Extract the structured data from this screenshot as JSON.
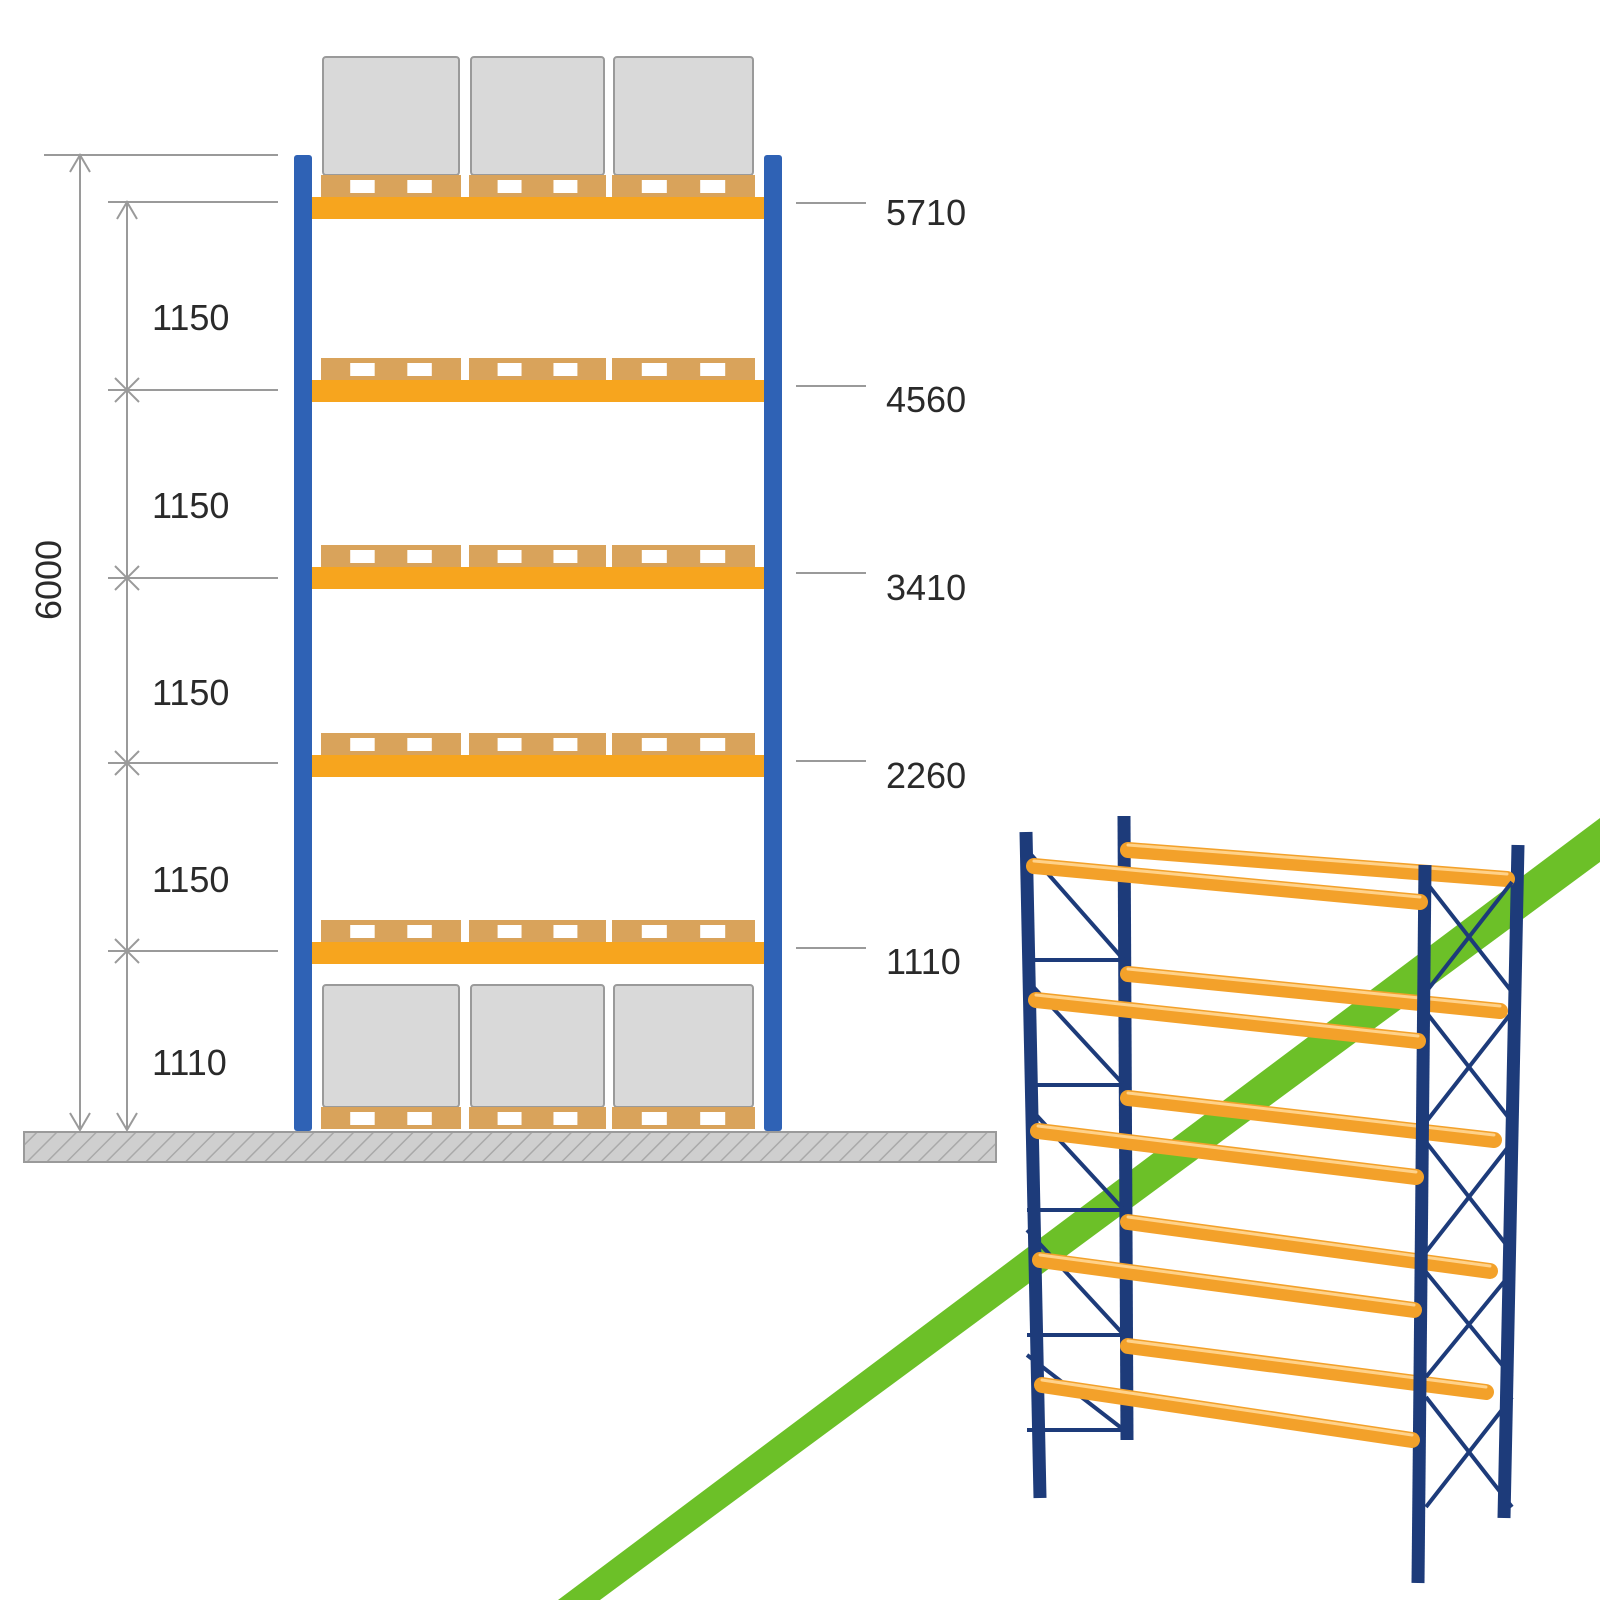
{
  "elevation": {
    "total_height": "6000",
    "beam_heights": [
      "1110",
      "2260",
      "3410",
      "4560",
      "5710"
    ],
    "spacings": [
      "1110",
      "1150",
      "1150",
      "1150",
      "1150"
    ]
  },
  "colors": {
    "upright": "#2f62b5",
    "beam": "#f7a51e",
    "pallet_wood": "#d9a35b",
    "box_fill": "#d9d9d9",
    "box_stroke": "#9a9a9a",
    "floor": "#c8c8c8",
    "frame_3d": "#1d3b7a",
    "beam_3d": "#f3a12a",
    "green_stripe": "#6cc028",
    "dim_line": "#9a9a9a",
    "label_text": "#2a2a2a"
  }
}
